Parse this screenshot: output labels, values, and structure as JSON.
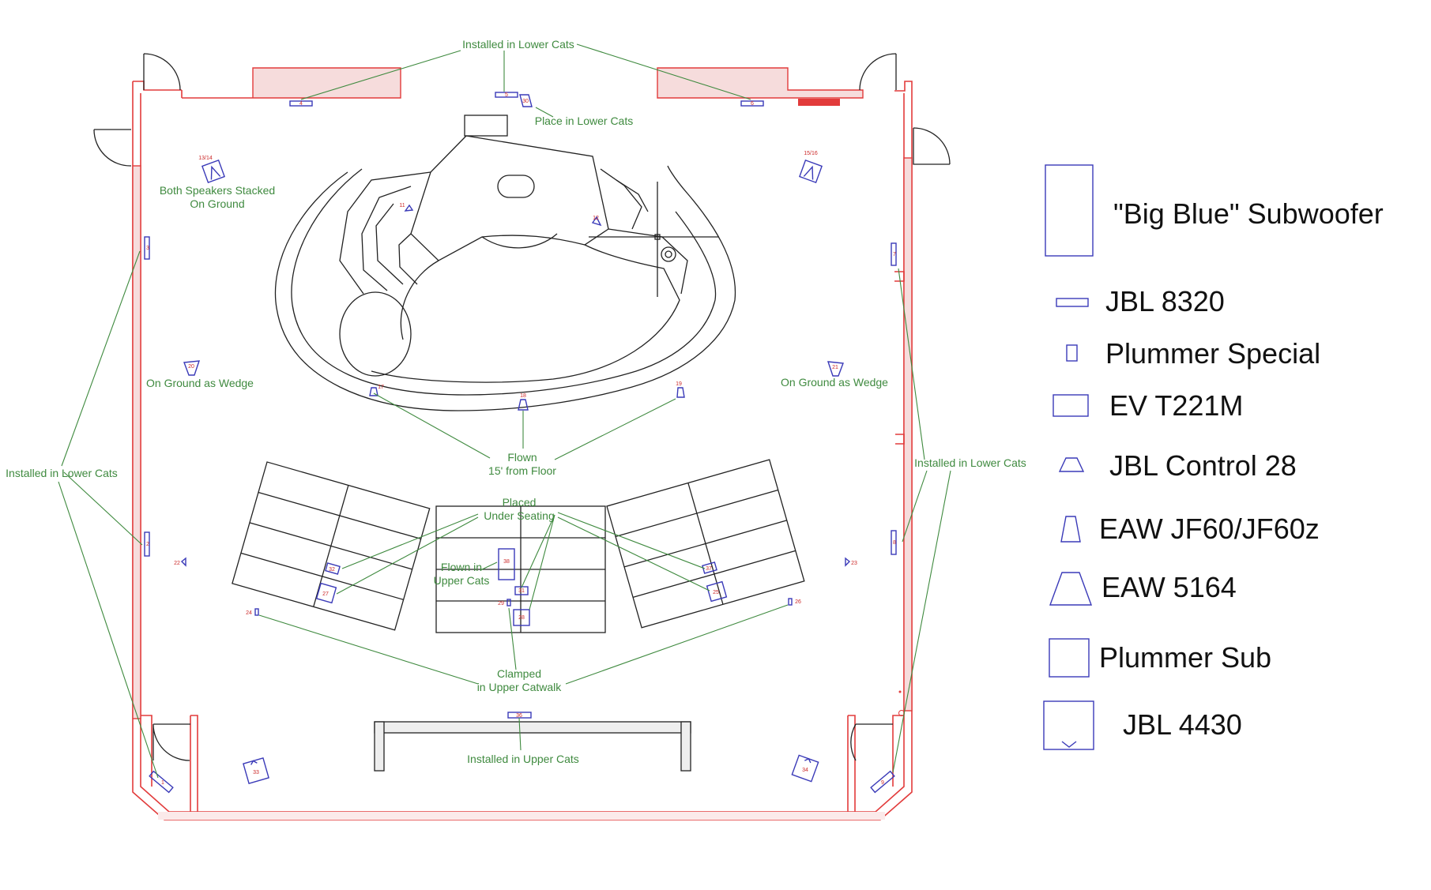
{
  "diagram": {
    "notes": {
      "lower_cats_top": "Installed in Lower Cats",
      "place_lower_cats": "Place in Lower Cats",
      "stacked_line1": "Both Speakers Stacked",
      "stacked_line2": "On Ground",
      "wedge_left": "On Ground as Wedge",
      "wedge_right": "On Ground as Wedge",
      "lower_cats_left": "Installed in Lower Cats",
      "lower_cats_right": "Installed in Lower Cats",
      "flown_line1": "Flown",
      "flown_line2": "15' from Floor",
      "placed_line1": "Placed",
      "placed_line2": "Under Seating",
      "flown_upper_line1": "Flown in",
      "flown_upper_line2": "Upper Cats",
      "clamped_line1": "Clamped",
      "clamped_line2": "in Upper Catwalk",
      "upper_cats": "Installed in Upper Cats"
    },
    "speaker_numbers": {
      "n4": "4",
      "n5": "5",
      "n30": "30",
      "n6": "6",
      "n1314": "13/14",
      "n1516": "15/16",
      "n11": "11",
      "n12": "12",
      "n3": "3",
      "n7": "7",
      "n20": "20",
      "n21": "21",
      "n17": "17",
      "n18": "18",
      "n19": "19",
      "n2": "2",
      "n8": "8",
      "n22": "22",
      "n23": "23",
      "n32": "32",
      "n27": "27",
      "n38": "38",
      "n31": "31",
      "n29": "29",
      "n28": "28",
      "n37": "37",
      "n25": "25",
      "n24": "24",
      "n26": "26",
      "n36": "36",
      "n1": "1",
      "n33": "33",
      "n34": "34",
      "n9": "9"
    }
  },
  "legend": {
    "items": [
      {
        "icon": "big-blue-subwoofer-icon",
        "label": "\"Big Blue\" Subwoofer"
      },
      {
        "icon": "jbl-8320-icon",
        "label": "JBL 8320"
      },
      {
        "icon": "plummer-special-icon",
        "label": "Plummer Special"
      },
      {
        "icon": "ev-t221m-icon",
        "label": "EV T221M"
      },
      {
        "icon": "jbl-control-28-icon",
        "label": "JBL Control 28"
      },
      {
        "icon": "eaw-jf60-icon",
        "label": "EAW JF60/JF60z"
      },
      {
        "icon": "eaw-5164-icon",
        "label": "EAW 5164"
      },
      {
        "icon": "plummer-sub-icon",
        "label": "Plummer Sub"
      },
      {
        "icon": "jbl-4430-icon",
        "label": "JBL 4430"
      }
    ]
  },
  "colors": {
    "wall": "#e23b3b",
    "speaker": "#3a3ab8",
    "annotation": "#3f8a3f",
    "speaker_number": "#cc2a2a",
    "linework": "#222222"
  }
}
